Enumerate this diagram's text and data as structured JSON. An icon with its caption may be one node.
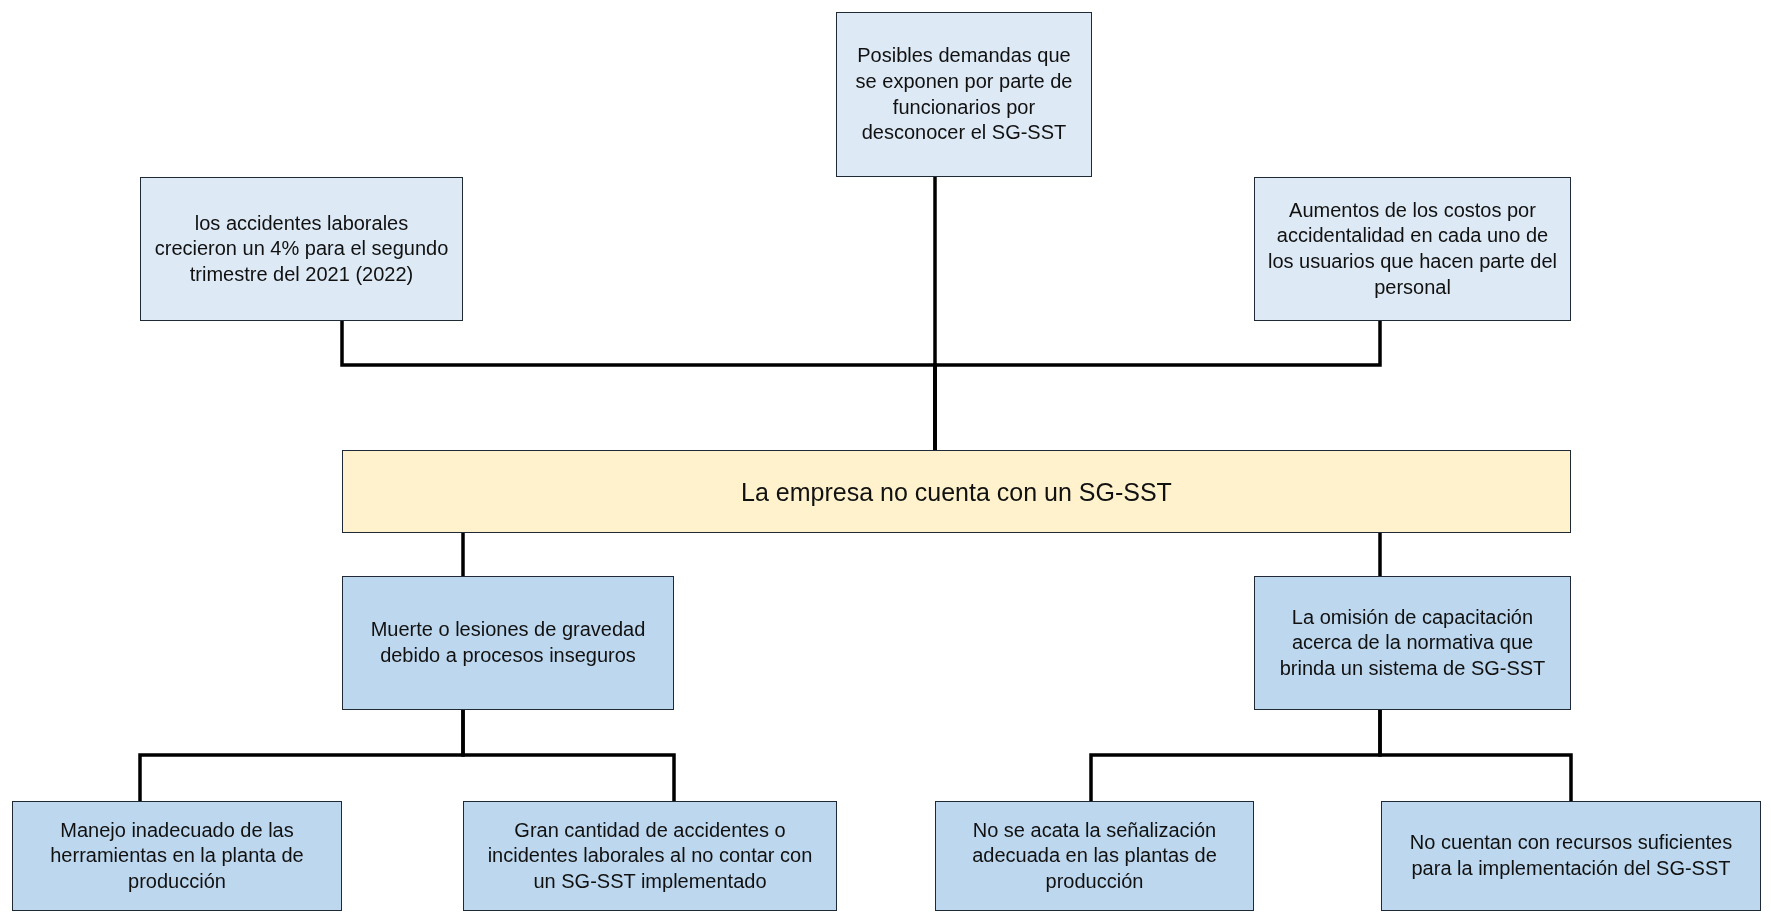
{
  "diagram": {
    "nodes": [
      {
        "text": [
          "Posibles demandas que se exponen por parte de funcionarios por desconocer el SG-SST"
        ]
      },
      {
        "text": [
          "los accidentes laborales crecieron un 4% para el segundo trimestre del 2021 (2022)"
        ]
      },
      {
        "text": [
          "Aumentos de los costos por accidentalidad en cada uno de los usuarios que hacen parte del personal"
        ]
      },
      {
        "text": [
          "La empresa no cuenta con un SG-SST"
        ]
      },
      {
        "text": [
          "Muerte o lesiones de gravedad debido a procesos inseguros"
        ]
      },
      {
        "text": [
          "La omisión de capacitación acerca de la normativa que brinda un sistema de SG-SST"
        ]
      },
      {
        "text": [
          "Manejo inadecuado de las herramientas en la planta de producción"
        ]
      },
      {
        "text": [
          "Gran cantidad de accidentes o incidentes laborales al no contar con un SG-SST implementado"
        ]
      },
      {
        "text": [
          "No se acata la señalización adecuada en las plantas de producción"
        ]
      },
      {
        "text": [
          "No cuentan con recursos suficientes para la implementación del SG-SST"
        ]
      }
    ],
    "edges": [
      {
        "from": 0,
        "to": 3,
        "arrow": "none"
      },
      {
        "from": 1,
        "to": 3,
        "arrow": "none"
      },
      {
        "from": 2,
        "to": 3,
        "arrow": "none"
      },
      {
        "from": 3,
        "to": 4,
        "arrow": "none"
      },
      {
        "from": 3,
        "to": 5,
        "arrow": "none"
      },
      {
        "from": 4,
        "to": 6,
        "arrow": "none"
      },
      {
        "from": 4,
        "to": 7,
        "arrow": "none"
      },
      {
        "from": 5,
        "to": 8,
        "arrow": "none"
      },
      {
        "from": 5,
        "to": 9,
        "arrow": "none"
      }
    ]
  }
}
